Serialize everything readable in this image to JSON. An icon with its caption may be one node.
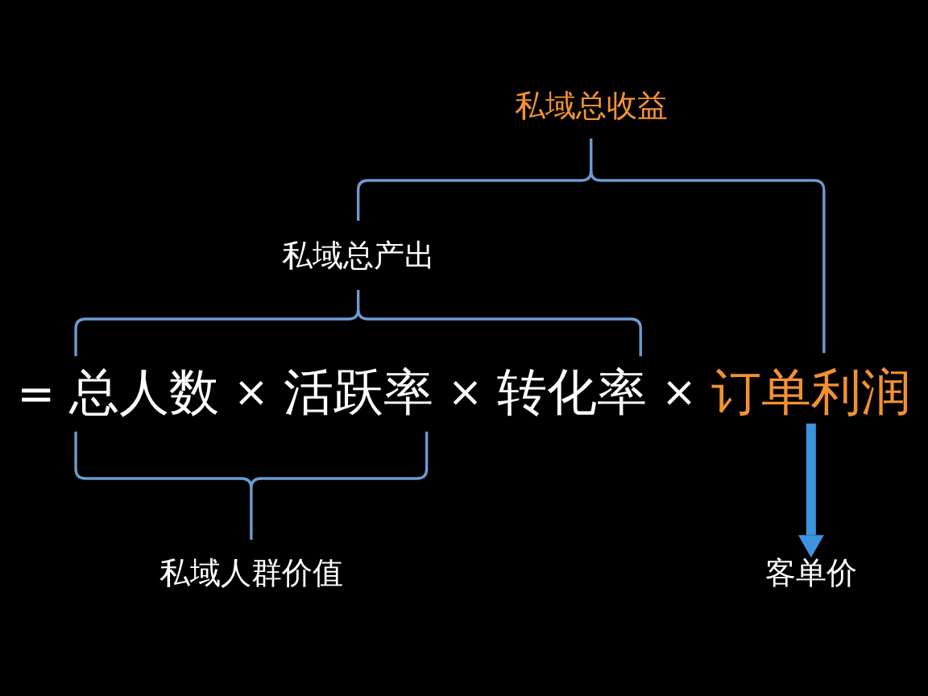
{
  "diagram": {
    "nodes": [
      {
        "text": [
          "订单利润"
        ]
      },
      {
        "text": [
          "客单价"
        ]
      }
    ],
    "edges": [
      {
        "from": 0,
        "to": 1,
        "arrow": "to"
      }
    ],
    "labels": [
      "私域总收益",
      "私域总产出",
      "=",
      "总人数",
      "×",
      "活跃率",
      "×",
      "转化率",
      "×",
      "私域人群价值"
    ]
  }
}
